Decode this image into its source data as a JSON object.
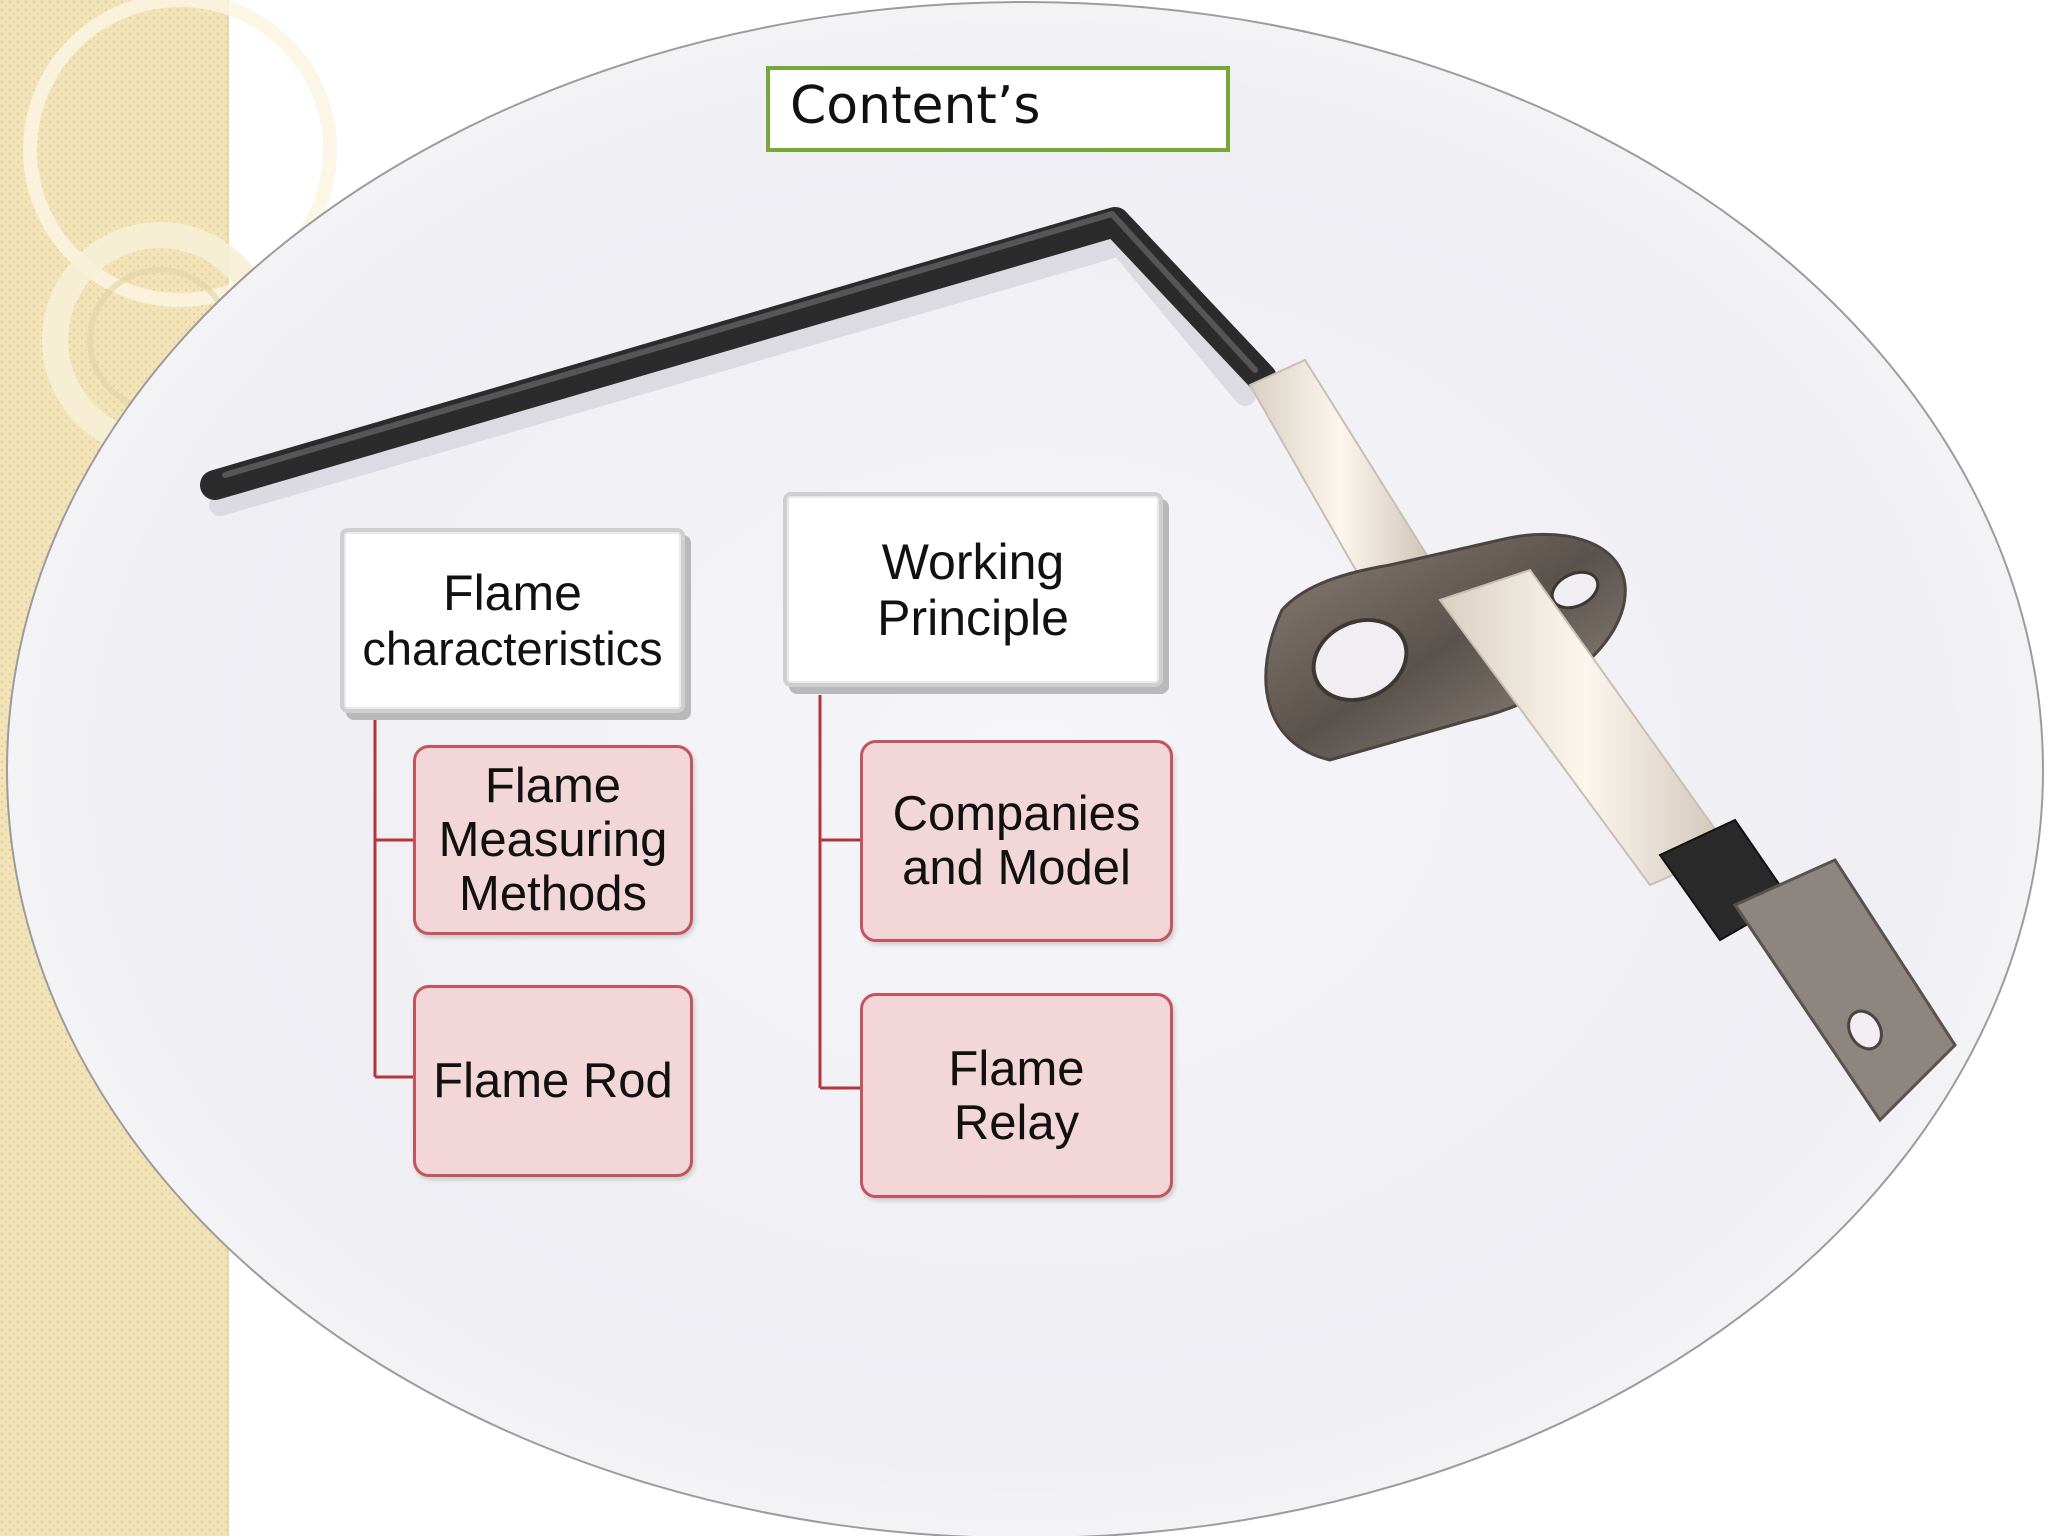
{
  "slide": {
    "title": "Content’s"
  },
  "groups": [
    {
      "parent": {
        "line1": "Flame",
        "line2": "characteristics"
      },
      "children": [
        {
          "line1": "Flame",
          "line2": "Measuring",
          "line3": "Methods"
        },
        {
          "line1": "Flame Rod"
        }
      ]
    },
    {
      "parent": {
        "line1": "Working",
        "line2": "Principle"
      },
      "children": [
        {
          "line1": "Companies",
          "line2": "and Model"
        },
        {
          "line1": "Flame",
          "line2": "Relay"
        }
      ]
    }
  ],
  "colors": {
    "title_border": "#77a63a",
    "child_fill": "#f2d6d8",
    "child_border": "#c2555d",
    "connector": "#b5353f",
    "side_band": "#f1e2b6"
  },
  "icons": [
    "flame-sensor-rod-photo"
  ]
}
